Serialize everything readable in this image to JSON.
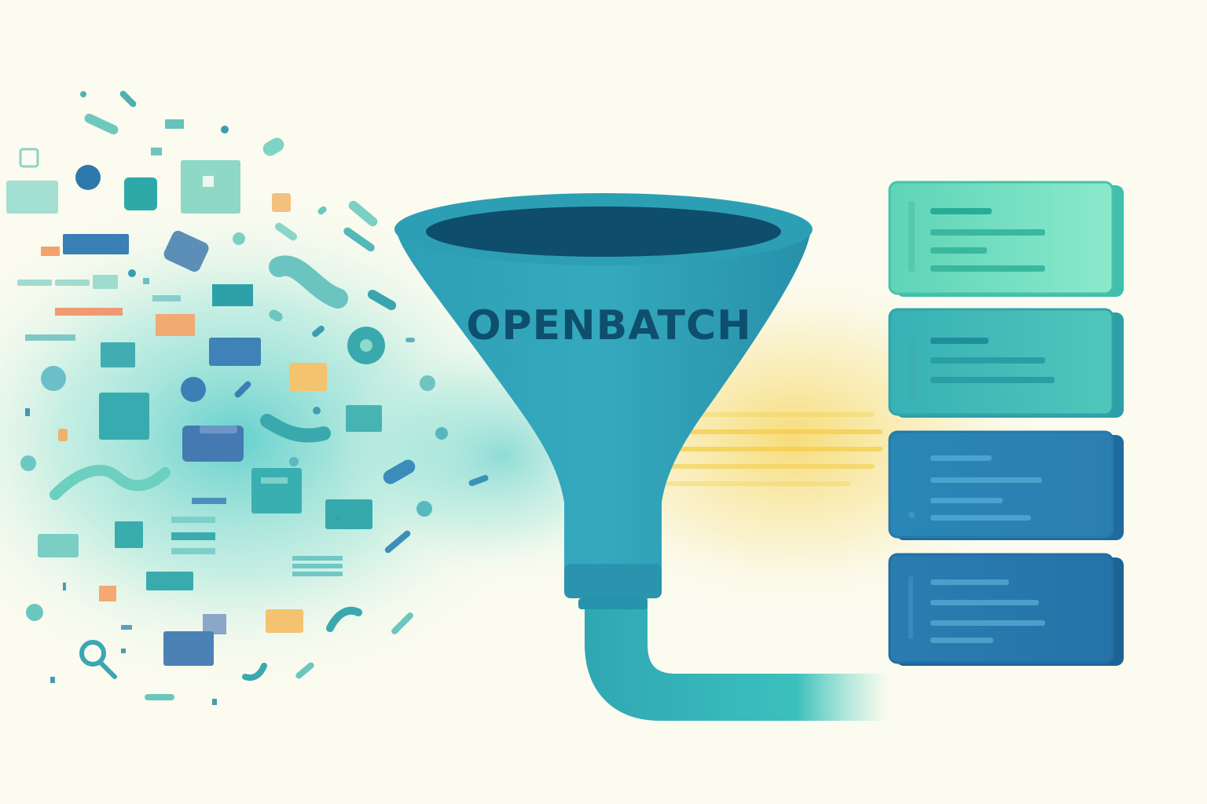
{
  "funnel": {
    "label": "OPENBATCH"
  },
  "colors": {
    "background": "#fbfbef",
    "funnel": "#2a9db3",
    "funnel_dark": "#0e4f6e",
    "glow": "#f6d45a",
    "card_mint": "#7fe3c5",
    "card_teal": "#3cb8b8",
    "card_blue": "#2a7fb2",
    "card_navy": "#2471a6",
    "accent_orange": "#f2a56b",
    "accent_yellow": "#f3c86a"
  },
  "icons": [
    "magnifier-icon",
    "document-icon",
    "card-icon"
  ],
  "output_cards": [
    {
      "name": "output-card-1",
      "style": "mint"
    },
    {
      "name": "output-card-2",
      "style": "teal"
    },
    {
      "name": "output-card-3",
      "style": "blue"
    },
    {
      "name": "output-card-4",
      "style": "navy"
    }
  ]
}
